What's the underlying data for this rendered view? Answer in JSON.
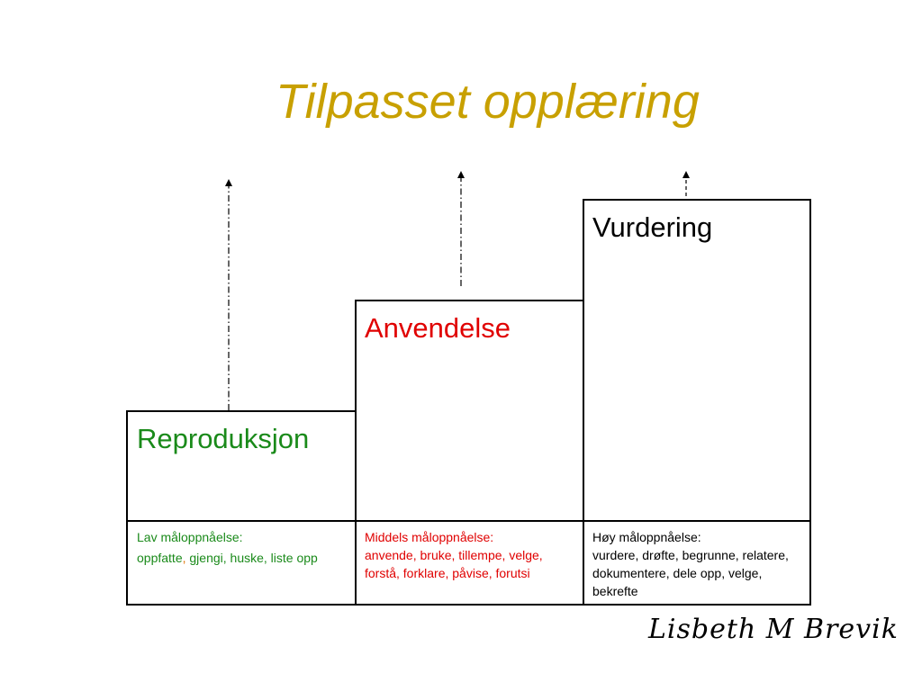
{
  "title": "Tilpasset opplæring",
  "levels": [
    {
      "name": "Reproduksjon",
      "color": "#1a8a1a",
      "desc_heading": "Lav måloppnåelse:",
      "desc_line_a": "oppfatte",
      "desc_comma": ",",
      "desc_line_b": " gjengi, huske, liste opp"
    },
    {
      "name": "Anvendelse",
      "color": "#e00000",
      "desc_heading": "Middels måloppnåelse:",
      "desc_body": "anvende, bruke, tillempe, velge, forstå, forklare, påvise, forutsi"
    },
    {
      "name": "Vurdering",
      "color": "#000000",
      "desc_heading": "Høy måloppnåelse:",
      "desc_body": "vurdere, drøfte, begrunne, relatere, dokumentere, dele opp, velge, bekrefte"
    }
  ],
  "comma_color": "#e07000",
  "signature": "Lisbeth M Brevik"
}
